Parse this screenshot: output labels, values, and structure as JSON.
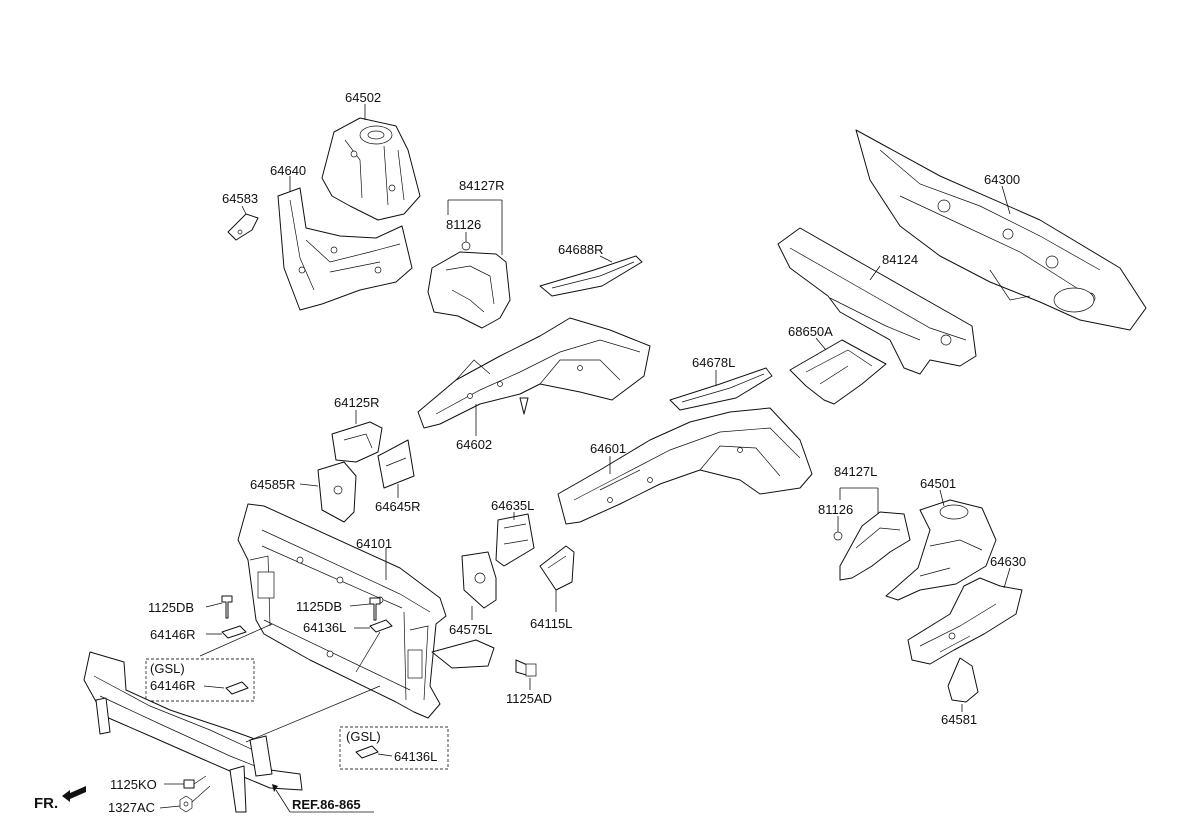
{
  "labels": {
    "p64502": "64502",
    "p64640": "64640",
    "p64583": "64583",
    "p84127R": "84127R",
    "p81126a": "81126",
    "p64688R": "64688R",
    "p64300": "64300",
    "p84124": "84124",
    "p68650A": "68650A",
    "p64678L": "64678L",
    "p64125R": "64125R",
    "p64602": "64602",
    "p64585R": "64585R",
    "p64645R": "64645R",
    "p64601": "64601",
    "p84127L": "84127L",
    "p81126b": "81126",
    "p64501": "64501",
    "p64635L": "64635L",
    "p64101": "64101",
    "p1125DBa": "1125DB",
    "p64146Ra": "64146R",
    "p1125DBb": "1125DB",
    "p64136La": "64136L",
    "p64575L": "64575L",
    "p64115L": "64115L",
    "p64630": "64630",
    "gsl1": "(GSL)",
    "p64146Rb": "64146R",
    "p1125AD": "1125AD",
    "p64581": "64581",
    "gsl2": "(GSL)",
    "p64136Lb": "64136L",
    "p1125KO": "1125KO",
    "p1327AC": "1327AC",
    "fr": "FR.",
    "ref": "REF.86-865"
  }
}
